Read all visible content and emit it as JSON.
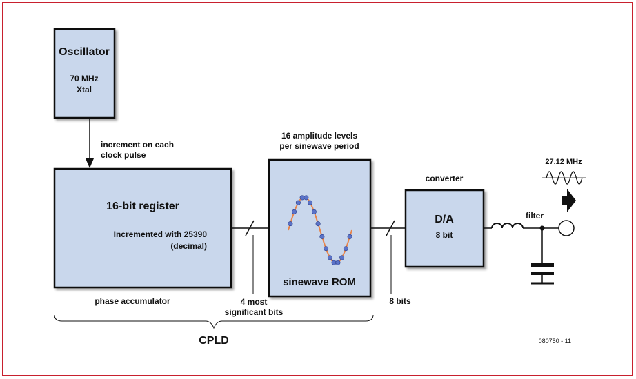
{
  "oscillator": {
    "title": "Oscillator",
    "freq": "70 MHz",
    "type": "Xtal"
  },
  "clock_note": {
    "line1": "increment on each",
    "line2": "clock pulse"
  },
  "register": {
    "title": "16-bit register",
    "line1": "Incremented with 25390",
    "line2": "(decimal)",
    "caption": "phase accumulator"
  },
  "bus1": {
    "line1": "4 most",
    "line2": "significant bits"
  },
  "rom": {
    "label": "sinewave ROM",
    "note_line1": "16 amplitude levels",
    "note_line2": "per sinewave period"
  },
  "bus2": {
    "label": "8 bits"
  },
  "dac": {
    "caption": "converter",
    "title": "D/A",
    "bits": "8 bit"
  },
  "filter": {
    "label": "filter"
  },
  "output": {
    "freq": "27.12 MHz"
  },
  "group": {
    "label": "CPLD"
  },
  "figure_id": "080750 - 11",
  "colors": {
    "frame": "#c8202e",
    "block_fill": "#c9d7ec",
    "curve": "#e8844a",
    "dots": "#5b73c8"
  }
}
